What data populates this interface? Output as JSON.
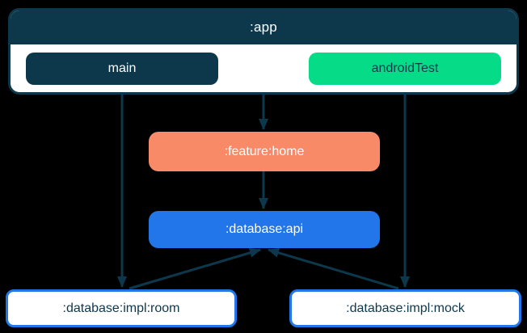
{
  "palette": {
    "navy": "#0d384c",
    "green": "#06db88",
    "orange": "#f98a67",
    "blue": "#2276e9",
    "text-light": "#ffffff",
    "bg": "#000000"
  },
  "diagram": {
    "type": "module-dependency-graph",
    "app_module": {
      "label": ":app",
      "source_sets": [
        {
          "label": "main"
        },
        {
          "label": "androidTest"
        }
      ]
    },
    "nodes": [
      {
        "id": "feature-home",
        "label": ":feature:home",
        "fill": "#f98a67"
      },
      {
        "id": "database-api",
        "label": ":database:api",
        "fill": "#2276e9"
      },
      {
        "id": "database-impl-room",
        "label": ":database:impl:room",
        "fill": "#ffffff"
      },
      {
        "id": "database-impl-mock",
        "label": ":database:impl:mock",
        "fill": "#ffffff"
      }
    ],
    "edges": [
      {
        "from": ":app",
        "to": ":feature:home"
      },
      {
        "from": ":feature:home",
        "to": ":database:api"
      },
      {
        "from": ":app (main)",
        "to": ":database:impl:room"
      },
      {
        "from": ":app (androidTest)",
        "to": ":database:impl:mock"
      },
      {
        "from": ":database:impl:room",
        "to": ":database:api"
      },
      {
        "from": ":database:impl:mock",
        "to": ":database:api"
      }
    ]
  }
}
